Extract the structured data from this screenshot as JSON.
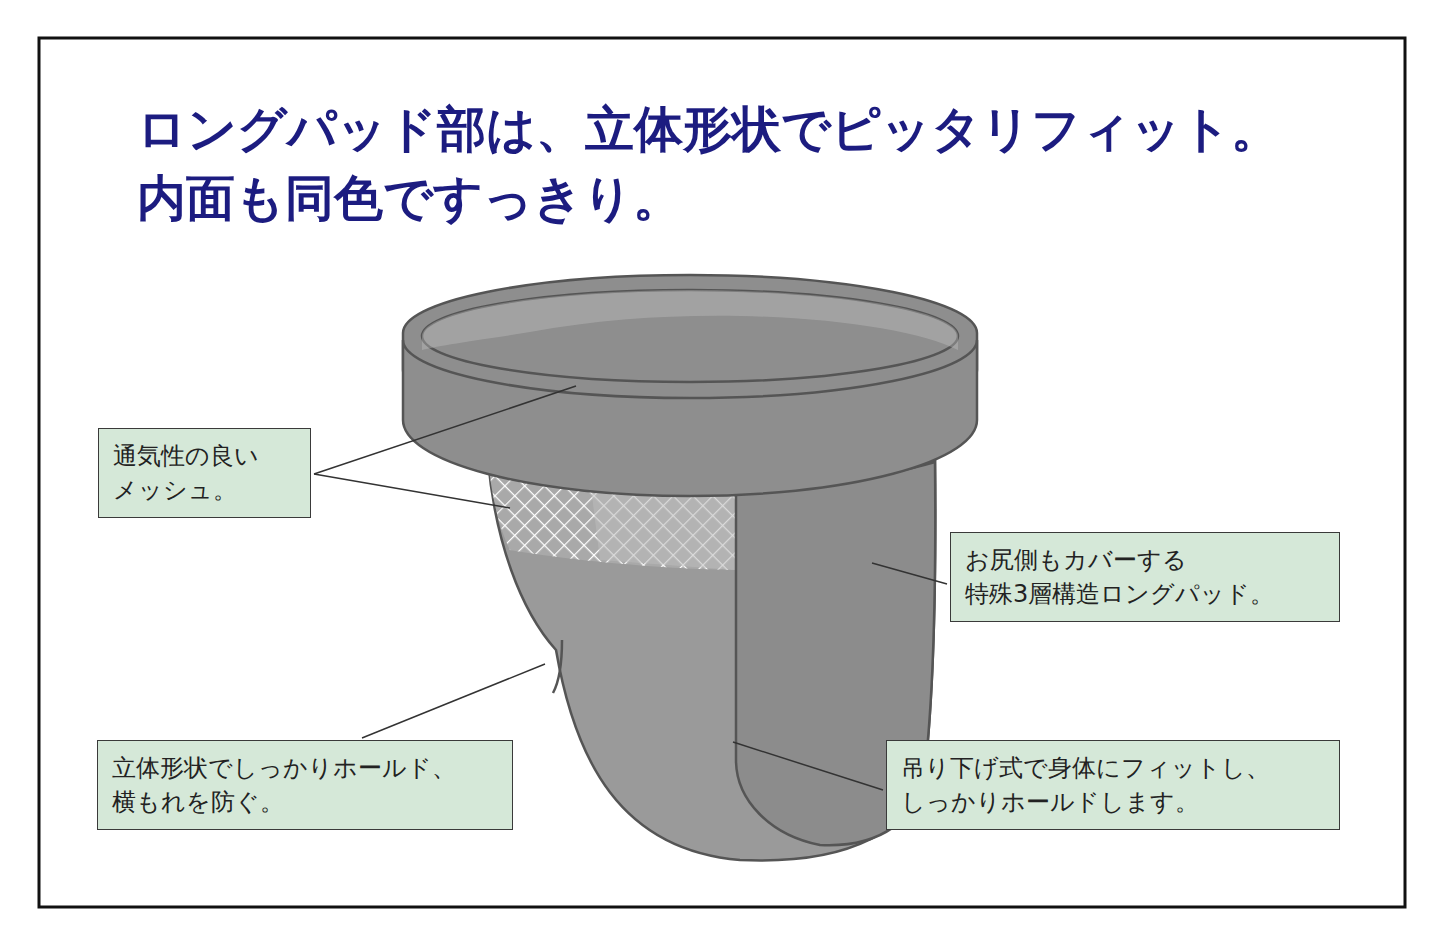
{
  "diagram": {
    "title": "ロングパッド部は、立体形状でピッタリフィット。 内面も同色ですっきり。",
    "nodes": [
      {
        "text": [
          "通気性の良い メッシュ。"
        ]
      },
      {
        "text": [
          "お尻側もカバーする 特殊3層構造ロングパッド。"
        ]
      },
      {
        "text": [
          "立体形状でしっかりホールド、 横もれを防ぐ。"
        ]
      },
      {
        "text": [
          "吊り下げ式で身体にフィットし、 しっかりホールドします。"
        ]
      }
    ]
  }
}
